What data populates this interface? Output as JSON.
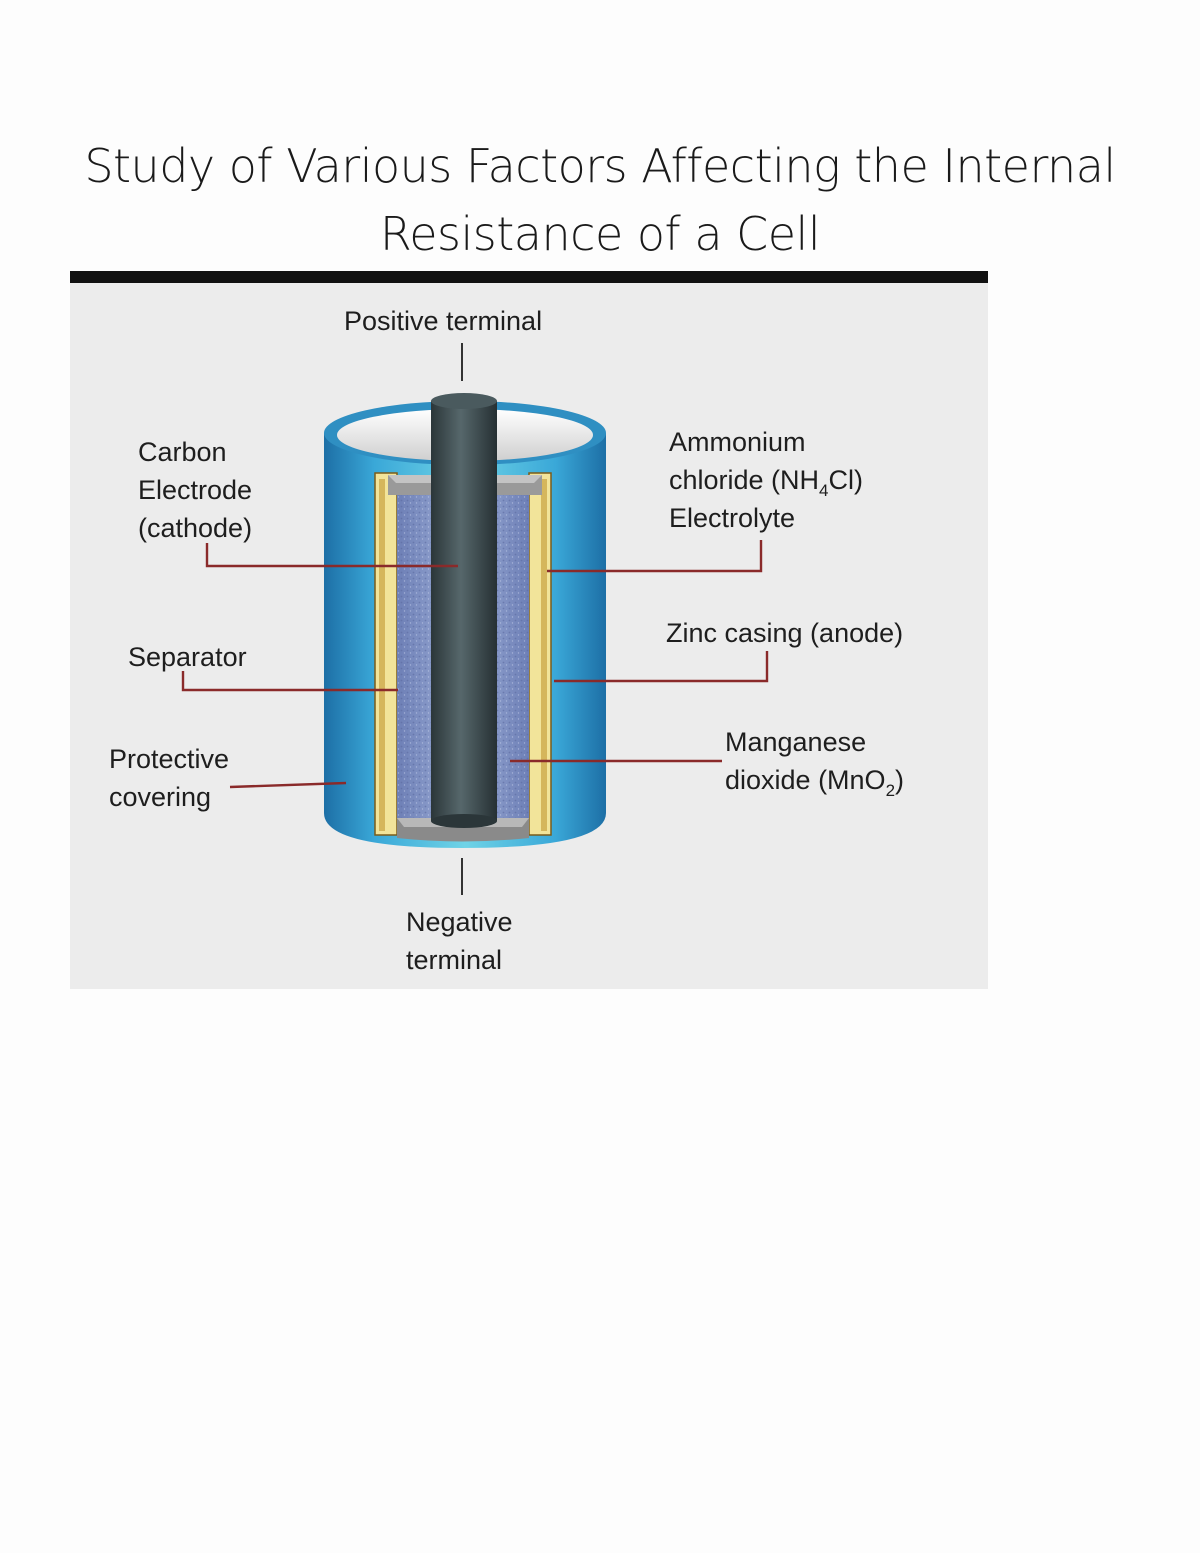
{
  "document": {
    "title_line1": "Study of Various Factors Affecting the Internal",
    "title_line2": "Resistance of a Cell"
  },
  "diagram": {
    "labels": {
      "positive_terminal": "Positive terminal",
      "carbon_line1": "Carbon",
      "carbon_line2": "Electrode",
      "carbon_line3": "(cathode)",
      "separator": "Separator",
      "protective_line1": "Protective",
      "protective_line2": "covering",
      "ammonium_line1": "Ammonium",
      "ammonium_line2_a": "chloride (NH",
      "ammonium_line2_sub": "4",
      "ammonium_line2_b": "Cl)",
      "ammonium_line3": "Electrolyte",
      "zinc": "Zinc casing (anode)",
      "manganese_line1": "Manganese",
      "manganese_line2_a": "dioxide (MnO",
      "manganese_line2_sub": "2",
      "manganese_line2_b": ")",
      "negative_line1": "Negative",
      "negative_line2": "terminal"
    },
    "colors": {
      "outer_casing": "#2f8fc2",
      "casing_highlight": "#5cc6e0",
      "zinc_layer": "#f2e49a",
      "electrolyte": "#8d9bc9",
      "carbon_rod": "#3c4a4e",
      "leader_line": "#8a2a2a"
    }
  }
}
